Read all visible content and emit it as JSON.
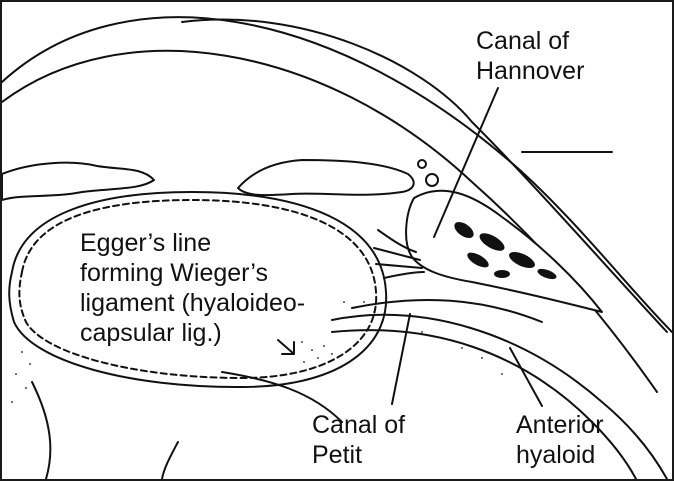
{
  "labels": {
    "canal_hannover": [
      "Canal of",
      "Hannover"
    ],
    "egger_line": [
      "Egger’s line",
      "forming Wieger’s",
      "ligament (hyaloideo-",
      "capsular lig.)"
    ],
    "canal_petit": [
      "Canal of",
      "Petit"
    ],
    "anterior_hyaloid": [
      "Anterior",
      "hyaloid"
    ]
  },
  "colors": {
    "ink": "#111111",
    "background": "#ffffff"
  }
}
